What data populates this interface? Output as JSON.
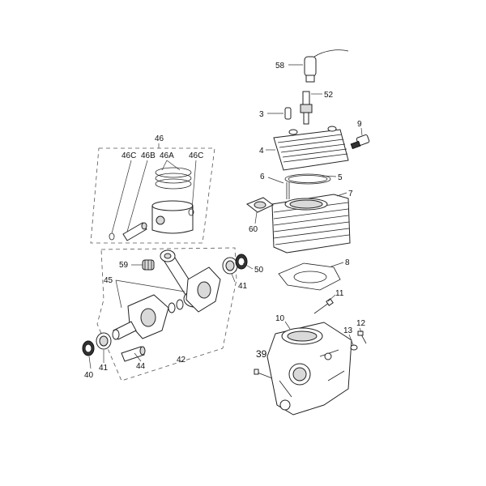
{
  "labels": {
    "p58": "58",
    "p52": "52",
    "p3": "3",
    "p9": "9",
    "p4": "4",
    "p6": "6",
    "p5": "5",
    "p7": "7",
    "p60": "60",
    "p8": "8",
    "p11": "11",
    "p10": "10",
    "p12": "12",
    "p13": "13",
    "p39": "39",
    "p46": "46",
    "p46C_left": "46C",
    "p46B": "46B",
    "p46A": "46A",
    "p46C_right": "46C",
    "p59": "59",
    "p45": "45",
    "p50": "50",
    "p41_right": "41",
    "p42": "42",
    "p44": "44",
    "p40_left": "40",
    "p41_left": "41"
  },
  "colors": {
    "line": "#222222",
    "fill": "#ffffff",
    "shade": "#d9d9d9",
    "dark": "#333333"
  }
}
